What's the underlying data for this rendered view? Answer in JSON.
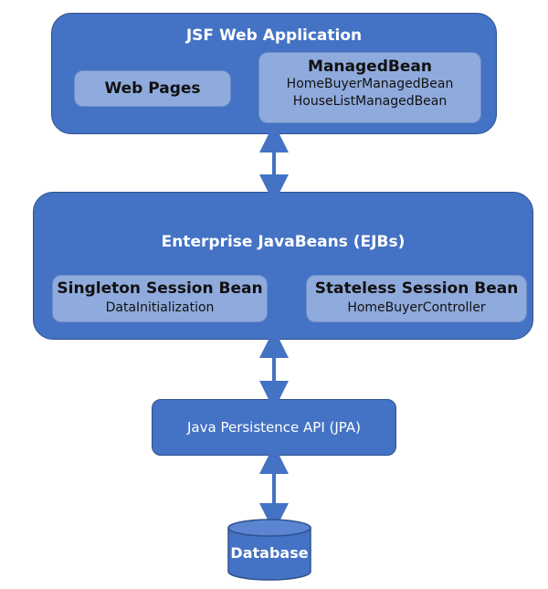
{
  "jsf": {
    "title": "JSF Web Application",
    "web_pages": "Web Pages",
    "managed_bean": {
      "title": "ManagedBean",
      "items": [
        "HomeBuyerManagedBean",
        "HouseListManagedBean"
      ]
    }
  },
  "ejb": {
    "title": "Enterprise JavaBeans (EJBs)",
    "singleton": {
      "title": "Singleton Session Bean",
      "item": "DataInitialization"
    },
    "stateless": {
      "title": "Stateless Session Bean",
      "item": "HomeBuyerController"
    }
  },
  "jpa": {
    "label": "Java Persistence API (JPA)"
  },
  "database": {
    "label": "Database"
  },
  "colors": {
    "box_fill": "#4472c4",
    "box_border": "#2f528f",
    "inner_fill": "#8faadc"
  }
}
